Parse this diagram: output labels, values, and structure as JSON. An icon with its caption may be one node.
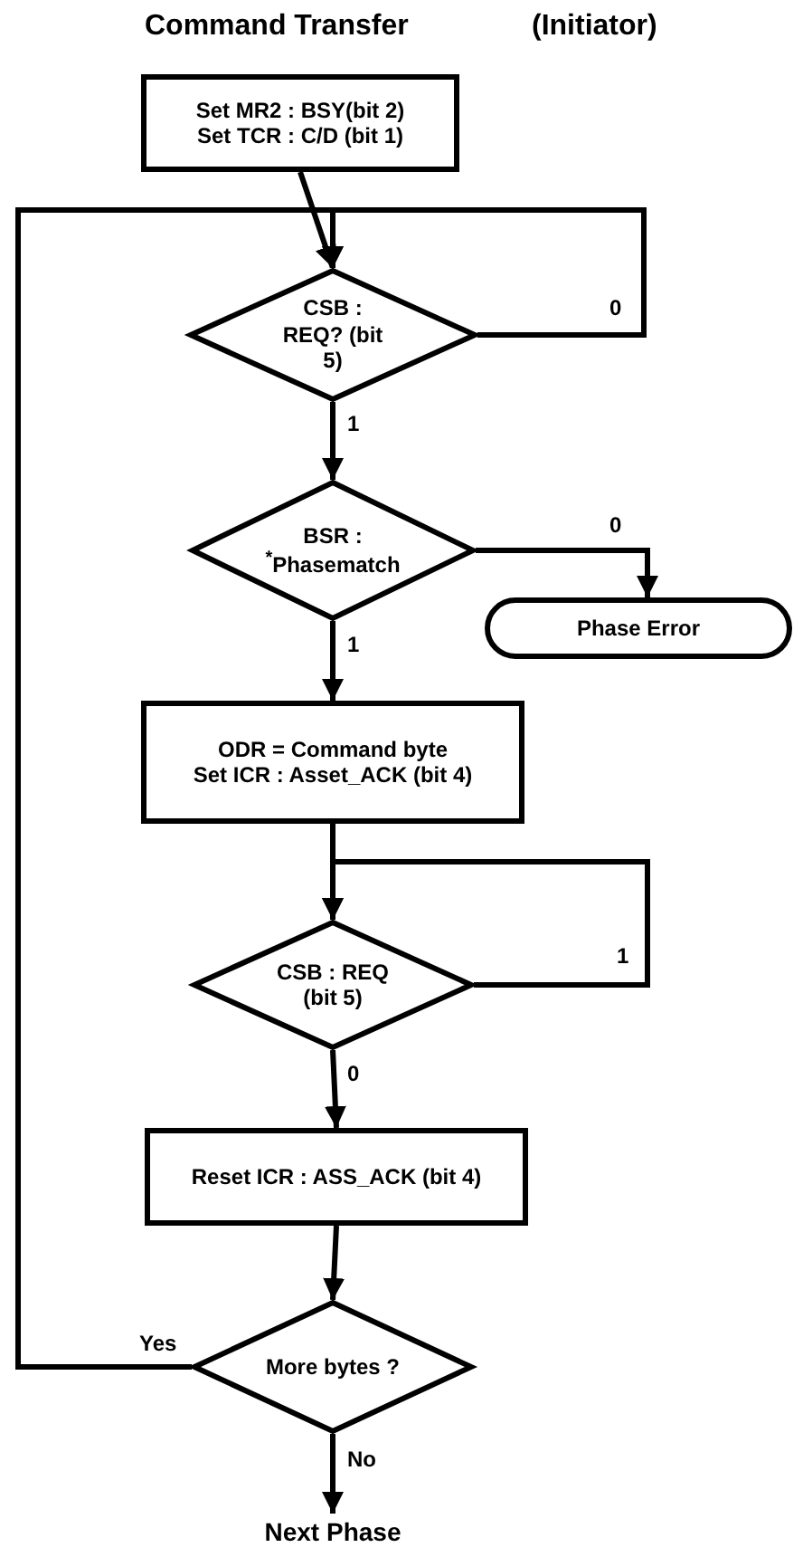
{
  "diagram": {
    "title": "Command Transfer",
    "nodes": [
      {
        "text": [
          "Set MR2 : BSY(bit 2)",
          "Set TCR : C/D (bit 1)"
        ]
      },
      {
        "text": [
          "CSB : REQ? (bit 5)"
        ]
      },
      {
        "text": [
          "BSR : $^{*}$Phasematch"
        ]
      },
      {
        "text": [
          "Phase Error"
        ]
      },
      {
        "text": [
          "ODR = Command byte",
          "Set ICR : Asset_ACK (bit 4)"
        ]
      },
      {
        "text": [
          "CSB : REQ (bit 5)"
        ]
      },
      {
        "text": [
          "Reset ICR : ASS_ACK (bit 4)"
        ]
      },
      {
        "text": [
          "More bytes ?"
        ]
      },
      {
        "text": [
          "Next Phase"
        ]
      }
    ],
    "edges": [
      {
        "from": 0,
        "to": 1,
        "arrow": "to"
      },
      {
        "from": 1,
        "to": 1,
        "label": "0",
        "arrow": "to"
      },
      {
        "from": 1,
        "to": 2,
        "label": "1",
        "arrow": "to"
      },
      {
        "from": 2,
        "to": 3,
        "label": "0",
        "arrow": "to"
      },
      {
        "from": 2,
        "to": 4,
        "label": "1",
        "arrow": "to"
      },
      {
        "from": 4,
        "to": 5,
        "arrow": "to"
      },
      {
        "from": 5,
        "to": 5,
        "label": "1",
        "arrow": "to"
      },
      {
        "from": 5,
        "to": 6,
        "label": "0",
        "arrow": "to"
      },
      {
        "from": 6,
        "to": 7,
        "arrow": "to"
      },
      {
        "from": 7,
        "to": 1,
        "label": "Yes",
        "arrow": "to"
      },
      {
        "from": 7,
        "to": 8,
        "label": "No",
        "arrow": "to"
      }
    ],
    "labels": [
      "(Initiator)"
    ]
  }
}
